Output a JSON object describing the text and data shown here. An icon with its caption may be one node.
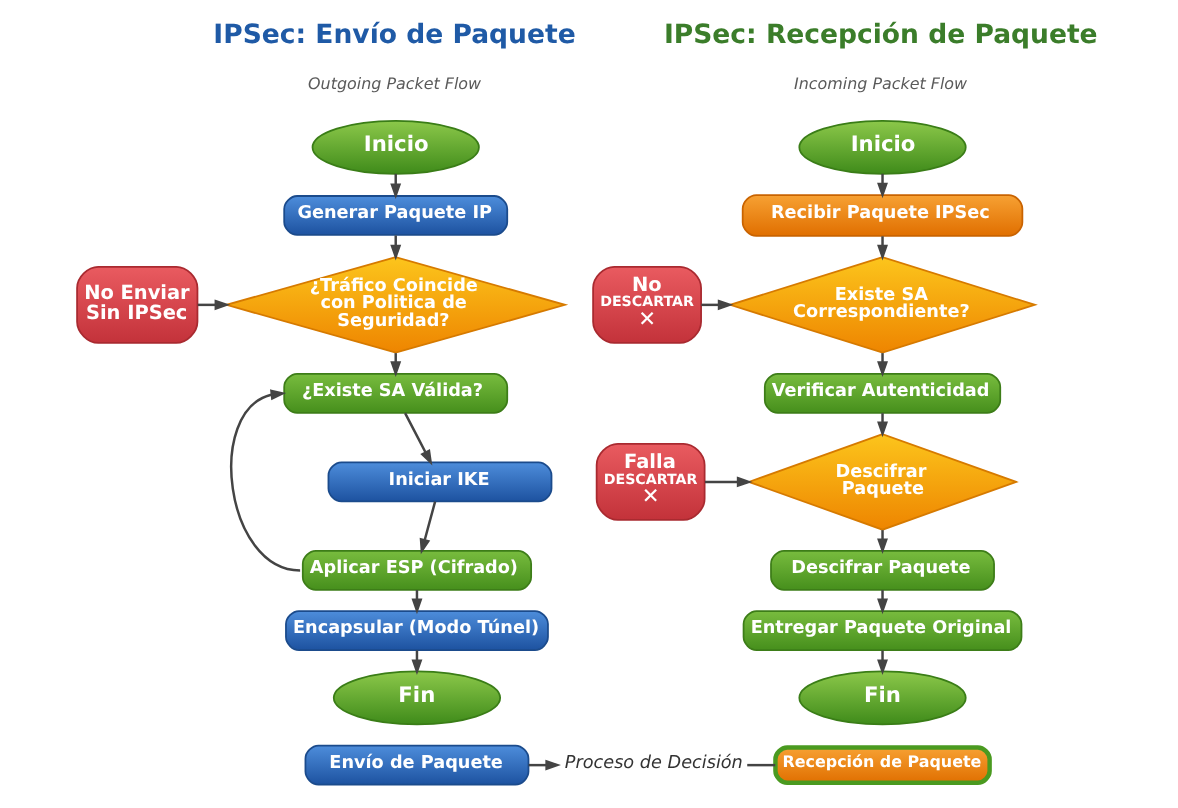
{
  "diagram": {
    "nodes": [
      {
        "text": [
          "Inicio"
        ]
      },
      {
        "text": [
          "Generar Paquete IP"
        ]
      },
      {
        "text": [
          "¿Tráfico Coincide con Politica de Seguridad?"
        ]
      },
      {
        "text": [
          "No Enviar Sin IPSec"
        ]
      },
      {
        "text": [
          "¿Existe SA Válida?"
        ]
      },
      {
        "text": [
          "Iniciar IKE"
        ]
      },
      {
        "text": [
          "Aplicar ESP (Cifrado)"
        ]
      },
      {
        "text": [
          "Encapsular (Modo Túnel)"
        ]
      },
      {
        "text": [
          "Fin"
        ]
      },
      {
        "text": [
          "Inicio"
        ]
      },
      {
        "text": [
          "Recibir Paquete IPSec"
        ]
      },
      {
        "text": [
          "Existe SA Correspondiente?"
        ]
      },
      {
        "text": [
          "No",
          "DESCARTAR",
          "✕"
        ]
      },
      {
        "text": [
          "Verificar Autenticidad"
        ]
      },
      {
        "text": [
          "Descifrar Paquete"
        ]
      },
      {
        "text": [
          "Falla",
          "DESCARTAR",
          "✕"
        ]
      },
      {
        "text": [
          "Descifrar Paquete"
        ]
      },
      {
        "text": [
          "Entregar Paquete Original"
        ]
      },
      {
        "text": [
          "Fin"
        ]
      },
      {
        "text": [
          "Envío de Paquete"
        ]
      },
      {
        "text": [
          "Proceso de Decisión"
        ]
      },
      {
        "text": [
          "Recepción de Paquete"
        ]
      }
    ],
    "edges": [
      {
        "from": 0,
        "to": 1,
        "arrow": "to"
      },
      {
        "from": 1,
        "to": 2,
        "arrow": "to"
      },
      {
        "from": 3,
        "to": 2,
        "arrow": "to"
      },
      {
        "from": 2,
        "to": 4,
        "arrow": "to"
      },
      {
        "from": 4,
        "to": 5,
        "arrow": "to"
      },
      {
        "from": 5,
        "to": 6,
        "arrow": "to"
      },
      {
        "from": 6,
        "to": 4,
        "arrow": "to"
      },
      {
        "from": 6,
        "to": 7,
        "arrow": "to"
      },
      {
        "from": 7,
        "to": 8,
        "arrow": "to"
      },
      {
        "from": 9,
        "to": 10,
        "arrow": "to"
      },
      {
        "from": 10,
        "to": 11,
        "arrow": "to"
      },
      {
        "from": 12,
        "to": 11,
        "arrow": "to"
      },
      {
        "from": 11,
        "to": 13,
        "arrow": "to"
      },
      {
        "from": 13,
        "to": 14,
        "arrow": "to"
      },
      {
        "from": 15,
        "to": 14,
        "arrow": "to"
      },
      {
        "from": 14,
        "to": 16,
        "arrow": "to"
      },
      {
        "from": 16,
        "to": 17,
        "arrow": "to"
      },
      {
        "from": 17,
        "to": 18,
        "arrow": "to"
      },
      {
        "from": 19,
        "to": 20,
        "arrow": "to"
      },
      {
        "from": 20,
        "to": 21,
        "arrow": "none"
      }
    ],
    "labels": [
      "IPSec: Envío de Paquete",
      "Outgoing Packet Flow",
      "IPSec: Recepción de Paquete",
      "Incoming Packet Flow"
    ]
  }
}
